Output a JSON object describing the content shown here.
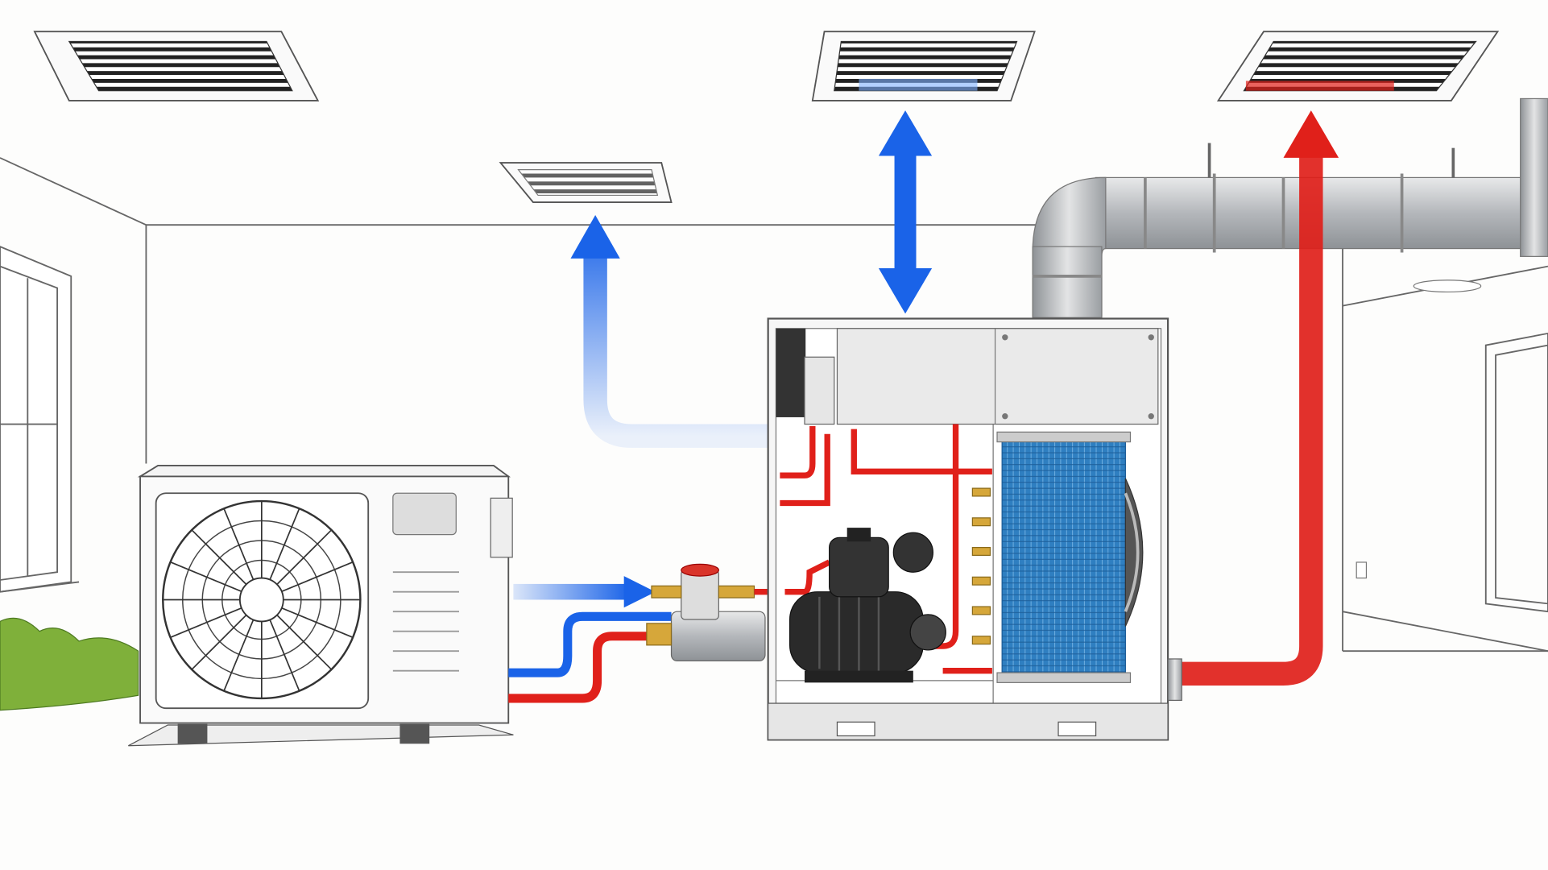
{
  "diagram": {
    "colors": {
      "background": "#fdfdfc",
      "line": "#555555",
      "cool_flow": "#1a63e8",
      "warm_flow": "#e0201a",
      "coil": "#2f7fc1",
      "duct": "#b9bcc0",
      "motor": "#2a2a2a",
      "grass": "#7fb03a"
    },
    "components": [
      {
        "name": "outdoor-condenser-unit",
        "icon": "fan-icon"
      },
      {
        "name": "indoor-air-handler",
        "icon": "cabinet-icon"
      },
      {
        "name": "blower-motor",
        "icon": "motor-icon"
      },
      {
        "name": "evaporator-coil",
        "icon": "coil-icon"
      },
      {
        "name": "supply-duct",
        "icon": "duct-icon"
      },
      {
        "name": "ceiling-vent",
        "count": 4
      }
    ],
    "flows": [
      {
        "name": "cool-supply-flow",
        "color": "cool_flow"
      },
      {
        "name": "bidirectional-flow",
        "color": "cool_flow"
      },
      {
        "name": "warm-return-flow",
        "color": "warm_flow"
      },
      {
        "name": "refrigerant-inlet-flow",
        "color": "cool_flow"
      }
    ]
  }
}
